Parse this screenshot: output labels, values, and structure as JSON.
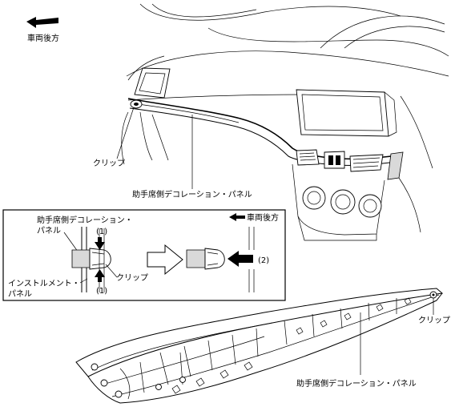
{
  "labels": {
    "vehicle_rear_top": "車両後方",
    "clip_top": "クリップ",
    "panel_top": "助手席側デコレーション・パネル",
    "inset_vehicle_rear": "車両後方",
    "inset_panel_line1": "助手席側デコレーション・",
    "inset_panel_line2": "パネル",
    "inset_num_upper": "(1)",
    "inset_num_lower": "(1)",
    "inset_clip": "クリップ",
    "inset_instrument_line1": "インストルメント・",
    "inset_instrument_line2": "パネル",
    "inset_num_2": "(2)",
    "clip_bottom": "クリップ",
    "panel_bottom": "助手席側デコレーション・パネル"
  },
  "icons": [
    "arrow-left-icon",
    "arrow-down-icon",
    "arrow-up-icon",
    "hollow-arrow-right-icon",
    "solid-arrow-left-icon"
  ]
}
